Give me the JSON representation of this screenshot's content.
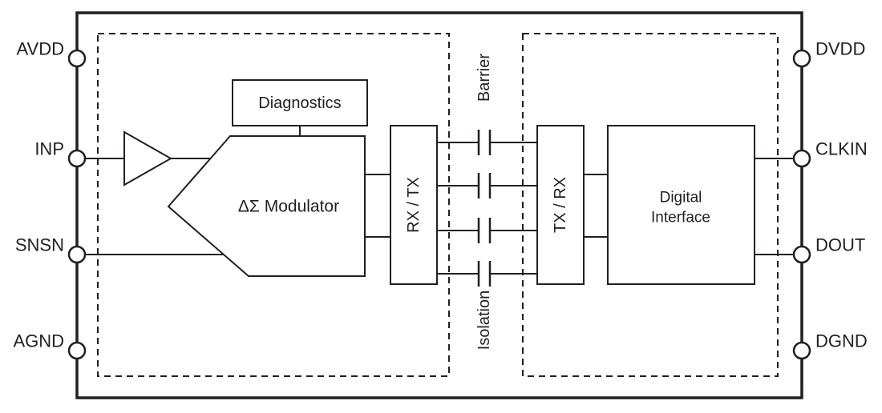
{
  "diagram": {
    "type": "functional-block-diagram",
    "pins": {
      "left": [
        {
          "label": "AVDD"
        },
        {
          "label": "INP"
        },
        {
          "label": "SNSN"
        },
        {
          "label": "AGND"
        }
      ],
      "right": [
        {
          "label": "DVDD"
        },
        {
          "label": "CLKIN"
        },
        {
          "label": "DOUT"
        },
        {
          "label": "DGND"
        }
      ]
    },
    "blocks": {
      "diagnostics": "Diagnostics",
      "modulator": "ΔΣ Modulator",
      "rx_tx": "RX / TX",
      "tx_rx": "TX / RX",
      "digital_interface": {
        "line1": "Digital",
        "line2": "Interface"
      }
    },
    "isolation": {
      "top_label": "Barrier",
      "bottom_label": "Isolation",
      "capacitor_channels": 4
    },
    "colors": {
      "stroke": "#231f20",
      "fill": "#ffffff",
      "text": "#231f20"
    }
  }
}
